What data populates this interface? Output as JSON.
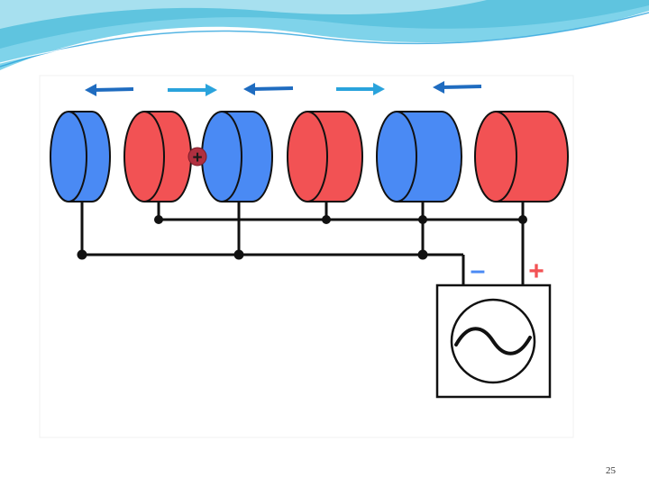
{
  "slide": {
    "page_number": "25"
  },
  "diagram": {
    "description_labels": {
      "charge_symbol": "+",
      "terminal_negative": "–",
      "terminal_positive": "+"
    },
    "colors": {
      "drift_tube_blue": "#4a8af4",
      "drift_tube_red": "#f25254",
      "arrow_dark_blue": "#1f6cc0",
      "arrow_light_blue": "#2aa3dc",
      "terminal_negative": "#4a8af4",
      "terminal_positive": "#f25254",
      "particle": "#b03040",
      "wire": "#111111",
      "header_wave": "#5fc4df"
    },
    "arrows": [
      {
        "direction": "left",
        "shade": "dark"
      },
      {
        "direction": "right",
        "shade": "light"
      },
      {
        "direction": "left",
        "shade": "dark"
      },
      {
        "direction": "right",
        "shade": "light"
      },
      {
        "direction": "left",
        "shade": "dark"
      }
    ],
    "drift_tubes": [
      {
        "polarity": "negative",
        "color": "blue"
      },
      {
        "polarity": "positive",
        "color": "red"
      },
      {
        "polarity": "negative",
        "color": "blue"
      },
      {
        "polarity": "positive",
        "color": "red"
      },
      {
        "polarity": "negative",
        "color": "blue"
      },
      {
        "polarity": "positive",
        "color": "red"
      }
    ],
    "ac_source": {
      "icon": "sine-wave-icon"
    }
  }
}
